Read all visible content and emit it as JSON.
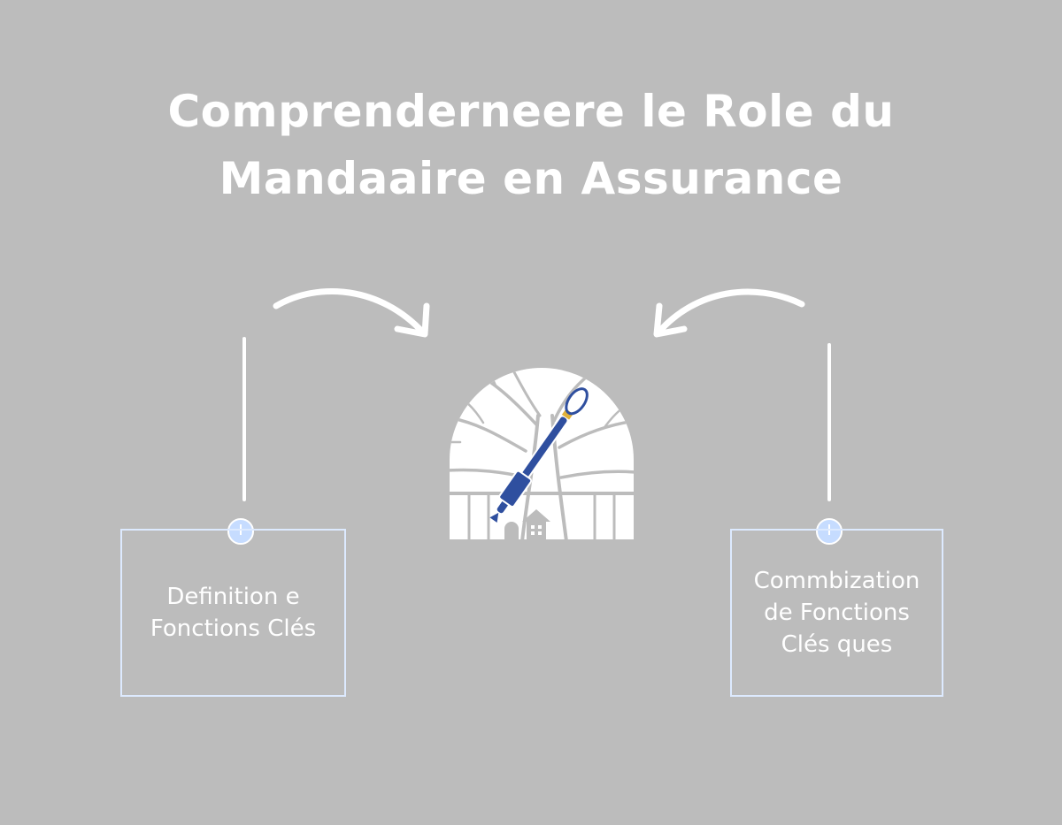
{
  "title": {
    "line1": "Comprenderneere le Role du",
    "line2": "Mandaaire en Assurance"
  },
  "left_box": {
    "line1": "Definition e",
    "line2": "Fonctions Clés"
  },
  "right_box": {
    "line1": "Commbization",
    "line2": "de Fonctions",
    "line3": "Clés ques"
  },
  "icons": {
    "center": "tree-with-pen-icon",
    "left_node": "power-node-icon",
    "right_node": "power-node-icon",
    "arrow_left": "curved-arrow-right-icon",
    "arrow_right": "curved-arrow-left-icon"
  },
  "colors": {
    "background": "#bcbcbc",
    "text": "#ffffff",
    "box_border": "#ddeaff",
    "node_fill": "#c6dcff",
    "pen_blue": "#2f4f9f",
    "pen_accent": "#e2b23a"
  }
}
